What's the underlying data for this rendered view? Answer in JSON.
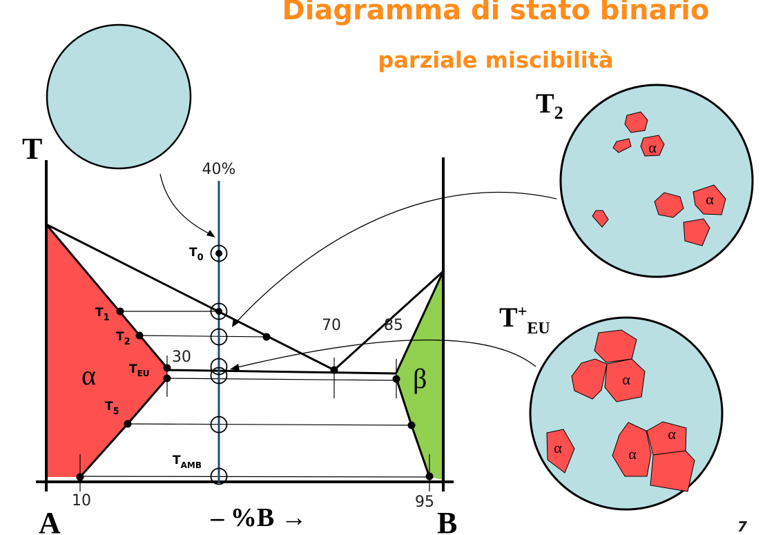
{
  "title": "Diagramma di stato binario",
  "subtitle": "parziale miscibilità",
  "composition_label": "40%",
  "axis": {
    "y_label": "T",
    "left_component": "A",
    "right_component": "B",
    "x_label": "– %B →"
  },
  "compositions": {
    "c10": "10",
    "c30": "30",
    "c70": "70",
    "c85": "85",
    "c95": "95"
  },
  "temperatures": {
    "t0": {
      "main": "T",
      "sub": "0"
    },
    "t1": {
      "main": "T",
      "sub": "1"
    },
    "t2": {
      "main": "T",
      "sub": "2"
    },
    "teu": {
      "main": "T",
      "sub": "EU"
    },
    "t5": {
      "main": "T",
      "sub": "5"
    },
    "tamb": {
      "main": "T",
      "sub": "AMB"
    }
  },
  "phases": {
    "alpha": "α",
    "beta": "β"
  },
  "micro_t2": {
    "label_main": "T",
    "label_sub": "2",
    "grain_labels": [
      "α",
      "α"
    ]
  },
  "micro_teu": {
    "label_main": "T",
    "label_sup": "+",
    "label_sub": "EU",
    "grain_labels": [
      "α",
      "α",
      "α",
      "α"
    ]
  },
  "page_number": "7",
  "colors": {
    "title": "#ff8c1a",
    "alpha_region": "#ff5050",
    "beta_region": "#92d050",
    "micrograph_fill": "#b9dfe3",
    "composition_line": "#1f4e6b"
  }
}
